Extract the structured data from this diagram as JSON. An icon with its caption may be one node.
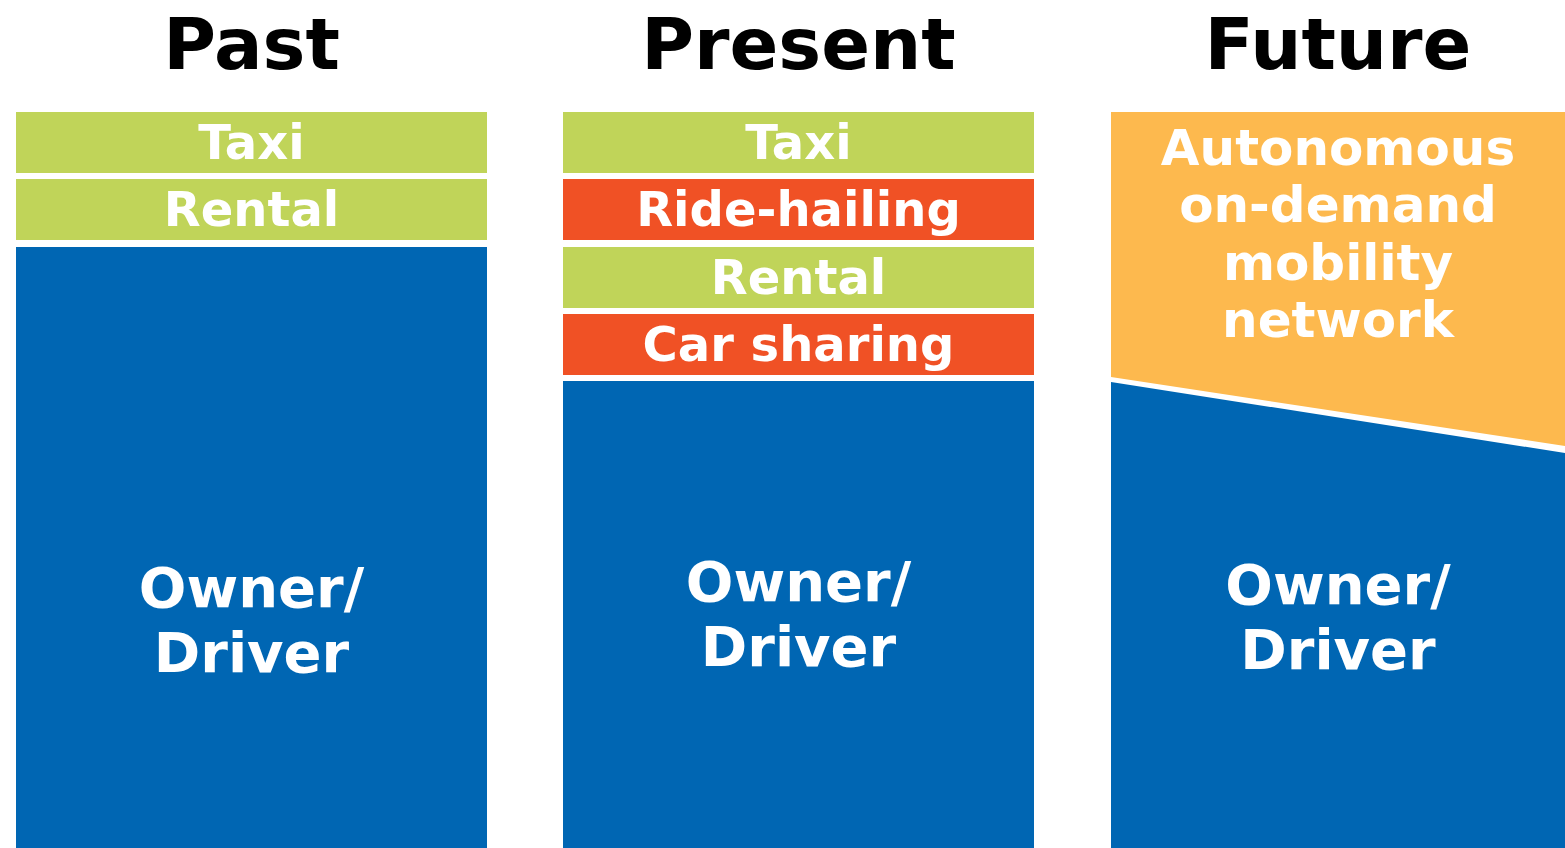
{
  "diagram": {
    "nodes": [
      {
        "text": [
          "Taxi"
        ]
      },
      {
        "text": [
          "Rental"
        ]
      },
      {
        "text": [
          "Owner/ Driver"
        ]
      },
      {
        "text": [
          "Taxi"
        ]
      },
      {
        "text": [
          "Ride-hailing"
        ]
      },
      {
        "text": [
          "Rental"
        ]
      },
      {
        "text": [
          "Car sharing"
        ]
      },
      {
        "text": [
          "Owner/ Driver"
        ]
      },
      {
        "text": [
          "Autonomous on-demand mobility network"
        ]
      },
      {
        "text": [
          "Owner/ Driver"
        ]
      }
    ],
    "labels": [
      "Past",
      "Present",
      "Future"
    ]
  }
}
